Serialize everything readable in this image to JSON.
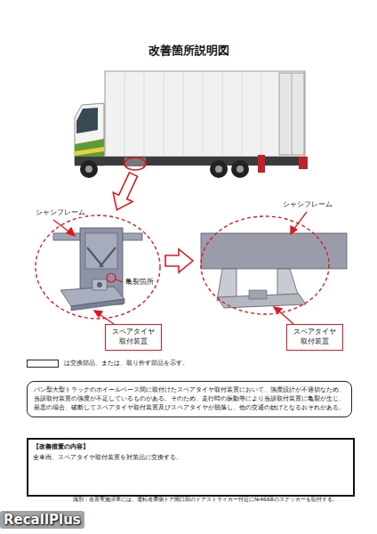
{
  "diagram": {
    "title": "改善箇所説明図",
    "nodes": [
      {
        "text": [
          "スペアタイヤ 取付装置"
        ]
      },
      {
        "text": [
          "スペアタイヤ 取付装置"
        ]
      },
      {
        "text": [
          "バン型大型トラックのホイールベース間に取付けたスペアタイヤ取付装置において、強度設計が不適切なため、当該取付装置の強度が不足しているものがある。そのため、走行時の振動等により当該取付装置に亀裂が生じ、最悪の場合、破断してスペアタイヤ取付装置及びスペアタイヤが脱落し、他の交通の妨げとなるおそれがある。"
        ]
      },
      {
        "text": [
          "【改善措置の内容】",
          "全車両、スペアタイヤ取付装置を対策品に交換する。"
        ]
      }
    ],
    "labels": [
      "シャシフレーム",
      "シャシフレーム",
      "亀裂箇所",
      "RecallPlus"
    ],
    "legend": [
      {
        "text": "は交換部品、または、取り外す部品を示す。"
      }
    ],
    "caption": "識別：改善実施済車には、運転者席側ドア開口部のドアストライカー付近に№4668のステッカーを貼付する。"
  }
}
